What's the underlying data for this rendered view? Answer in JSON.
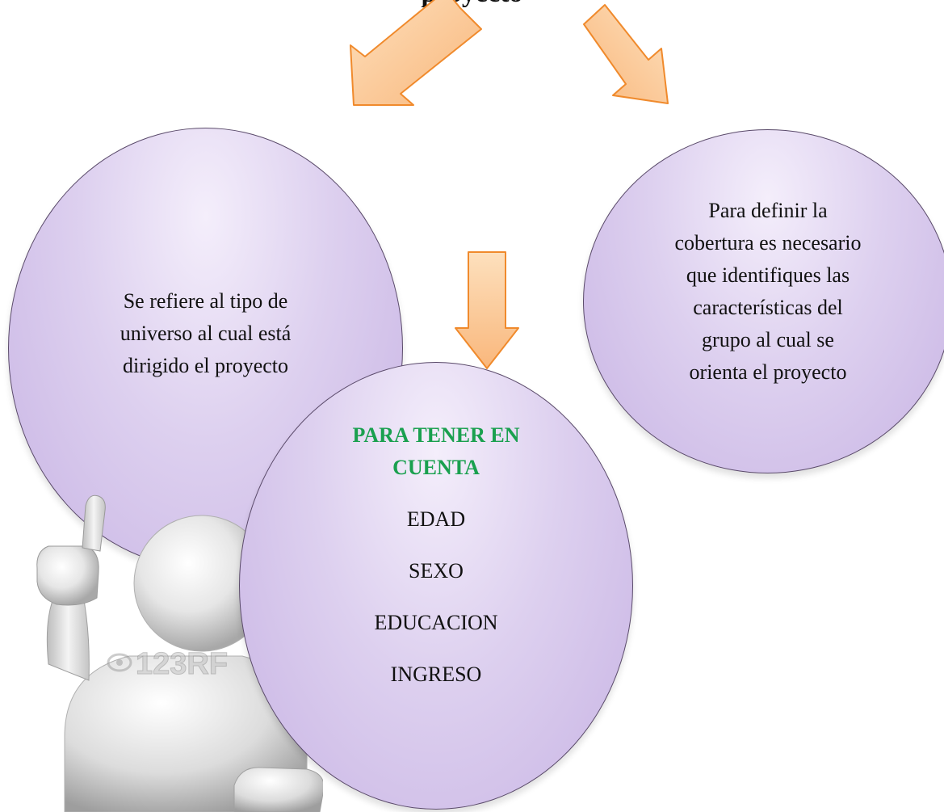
{
  "top_text": "proyecto",
  "bubbles": {
    "left": {
      "text": "Se refiere al tipo de universo al cual está dirigido el proyecto"
    },
    "right": {
      "text": "Para definir la cobertura es necesario que identifiques las características del grupo al cual se orienta el proyecto"
    },
    "center": {
      "heading": "PARA TENER EN CUENTA",
      "items": [
        "EDAD",
        "SEXO",
        "EDUCACION",
        "INGRESO"
      ]
    }
  },
  "watermark": "123RF",
  "colors": {
    "bubble_fill": "#ddd0ef",
    "bubble_border": "#5a4a6a",
    "arrow_fill": "#fcc88f",
    "arrow_stroke": "#f08a2c",
    "heading_green": "#1aa04f"
  }
}
